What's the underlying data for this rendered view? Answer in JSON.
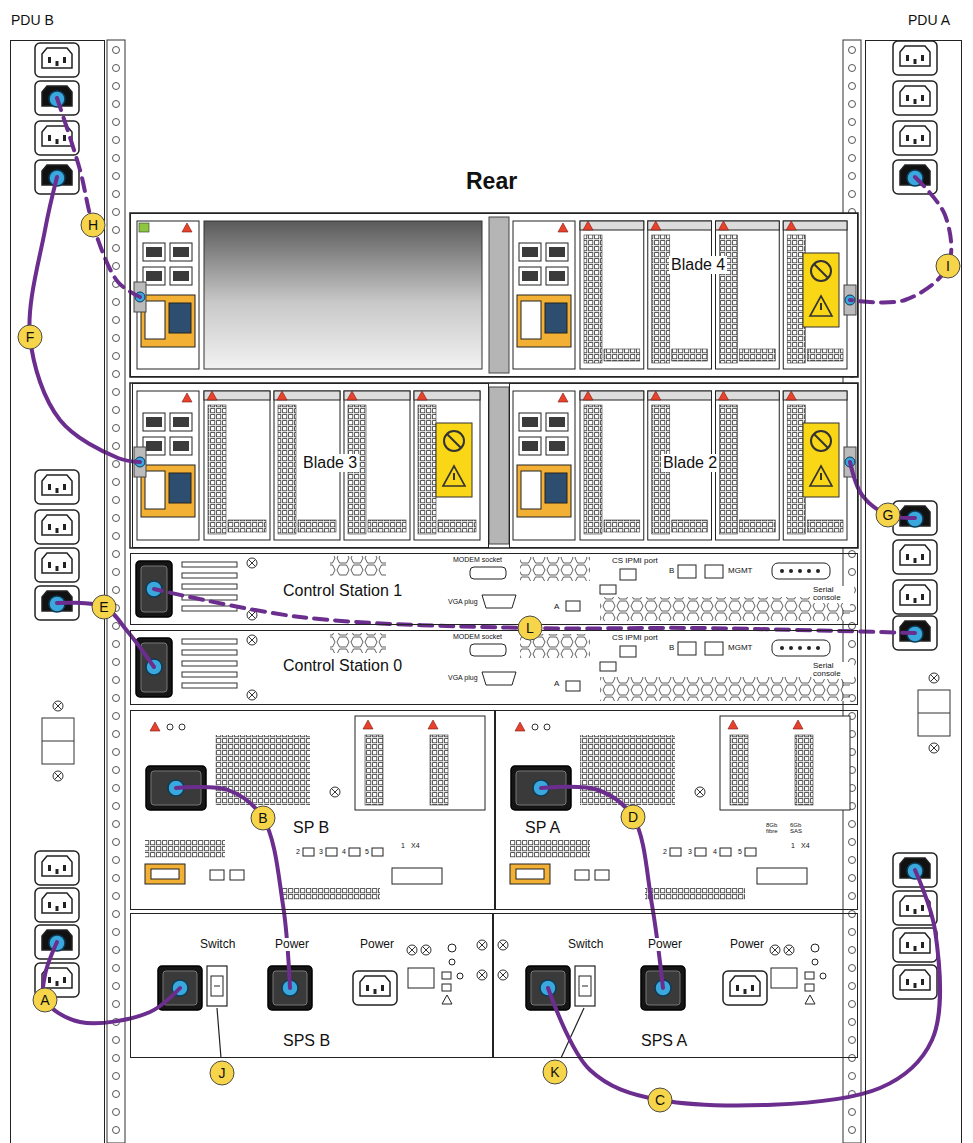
{
  "diagram": {
    "title": "Rear",
    "nodes": [
      {
        "text": [
          "PDU B"
        ]
      },
      {
        "text": [
          "PDU A"
        ]
      },
      {
        "text": [
          "Blade 4"
        ]
      },
      {
        "text": [
          "Blade 3"
        ]
      },
      {
        "text": [
          "Blade 2"
        ]
      },
      {
        "text": [
          "Control Station 1"
        ]
      },
      {
        "text": [
          "Control Station 0"
        ]
      },
      {
        "text": [
          "SP B"
        ]
      },
      {
        "text": [
          "SP A"
        ]
      },
      {
        "text": [
          "SPS B"
        ]
      },
      {
        "text": [
          "SPS A"
        ]
      }
    ],
    "edges": [
      {
        "from": 0,
        "to": 9,
        "label": "A",
        "arrow": "none"
      },
      {
        "from": 9,
        "to": 7,
        "label": "B",
        "arrow": "none"
      },
      {
        "from": 1,
        "to": 10,
        "label": "C",
        "arrow": "none"
      },
      {
        "from": 10,
        "to": 8,
        "label": "D",
        "arrow": "none"
      },
      {
        "from": 0,
        "to": 6,
        "label": "E",
        "arrow": "none"
      },
      {
        "from": 0,
        "to": 3,
        "label": "F",
        "arrow": "none"
      },
      {
        "from": 1,
        "to": 4,
        "label": "G",
        "arrow": "none"
      },
      {
        "from": 0,
        "to": 2,
        "label": "H",
        "arrow": "none"
      },
      {
        "from": 1,
        "to": 2,
        "label": "I",
        "arrow": "none"
      },
      {
        "from": 1,
        "to": 5,
        "label": "L",
        "arrow": "none"
      }
    ],
    "labels": [
      "J",
      "K",
      "Switch",
      "Power",
      "Power",
      "Switch",
      "Power",
      "Power",
      "MODEM socket",
      "VGA plug",
      "CS IPMI port",
      "B",
      "MGMT",
      "Serial console",
      "A",
      "MODEM socket",
      "VGA plug",
      "CS IPMI port",
      "B",
      "MGMT",
      "Serial console",
      "A",
      "2",
      "3",
      "4",
      "5",
      "2",
      "3",
      "4",
      "5",
      "8Gb fibre",
      "6Gb SAS",
      "X4",
      "1",
      "X4",
      "1"
    ]
  }
}
